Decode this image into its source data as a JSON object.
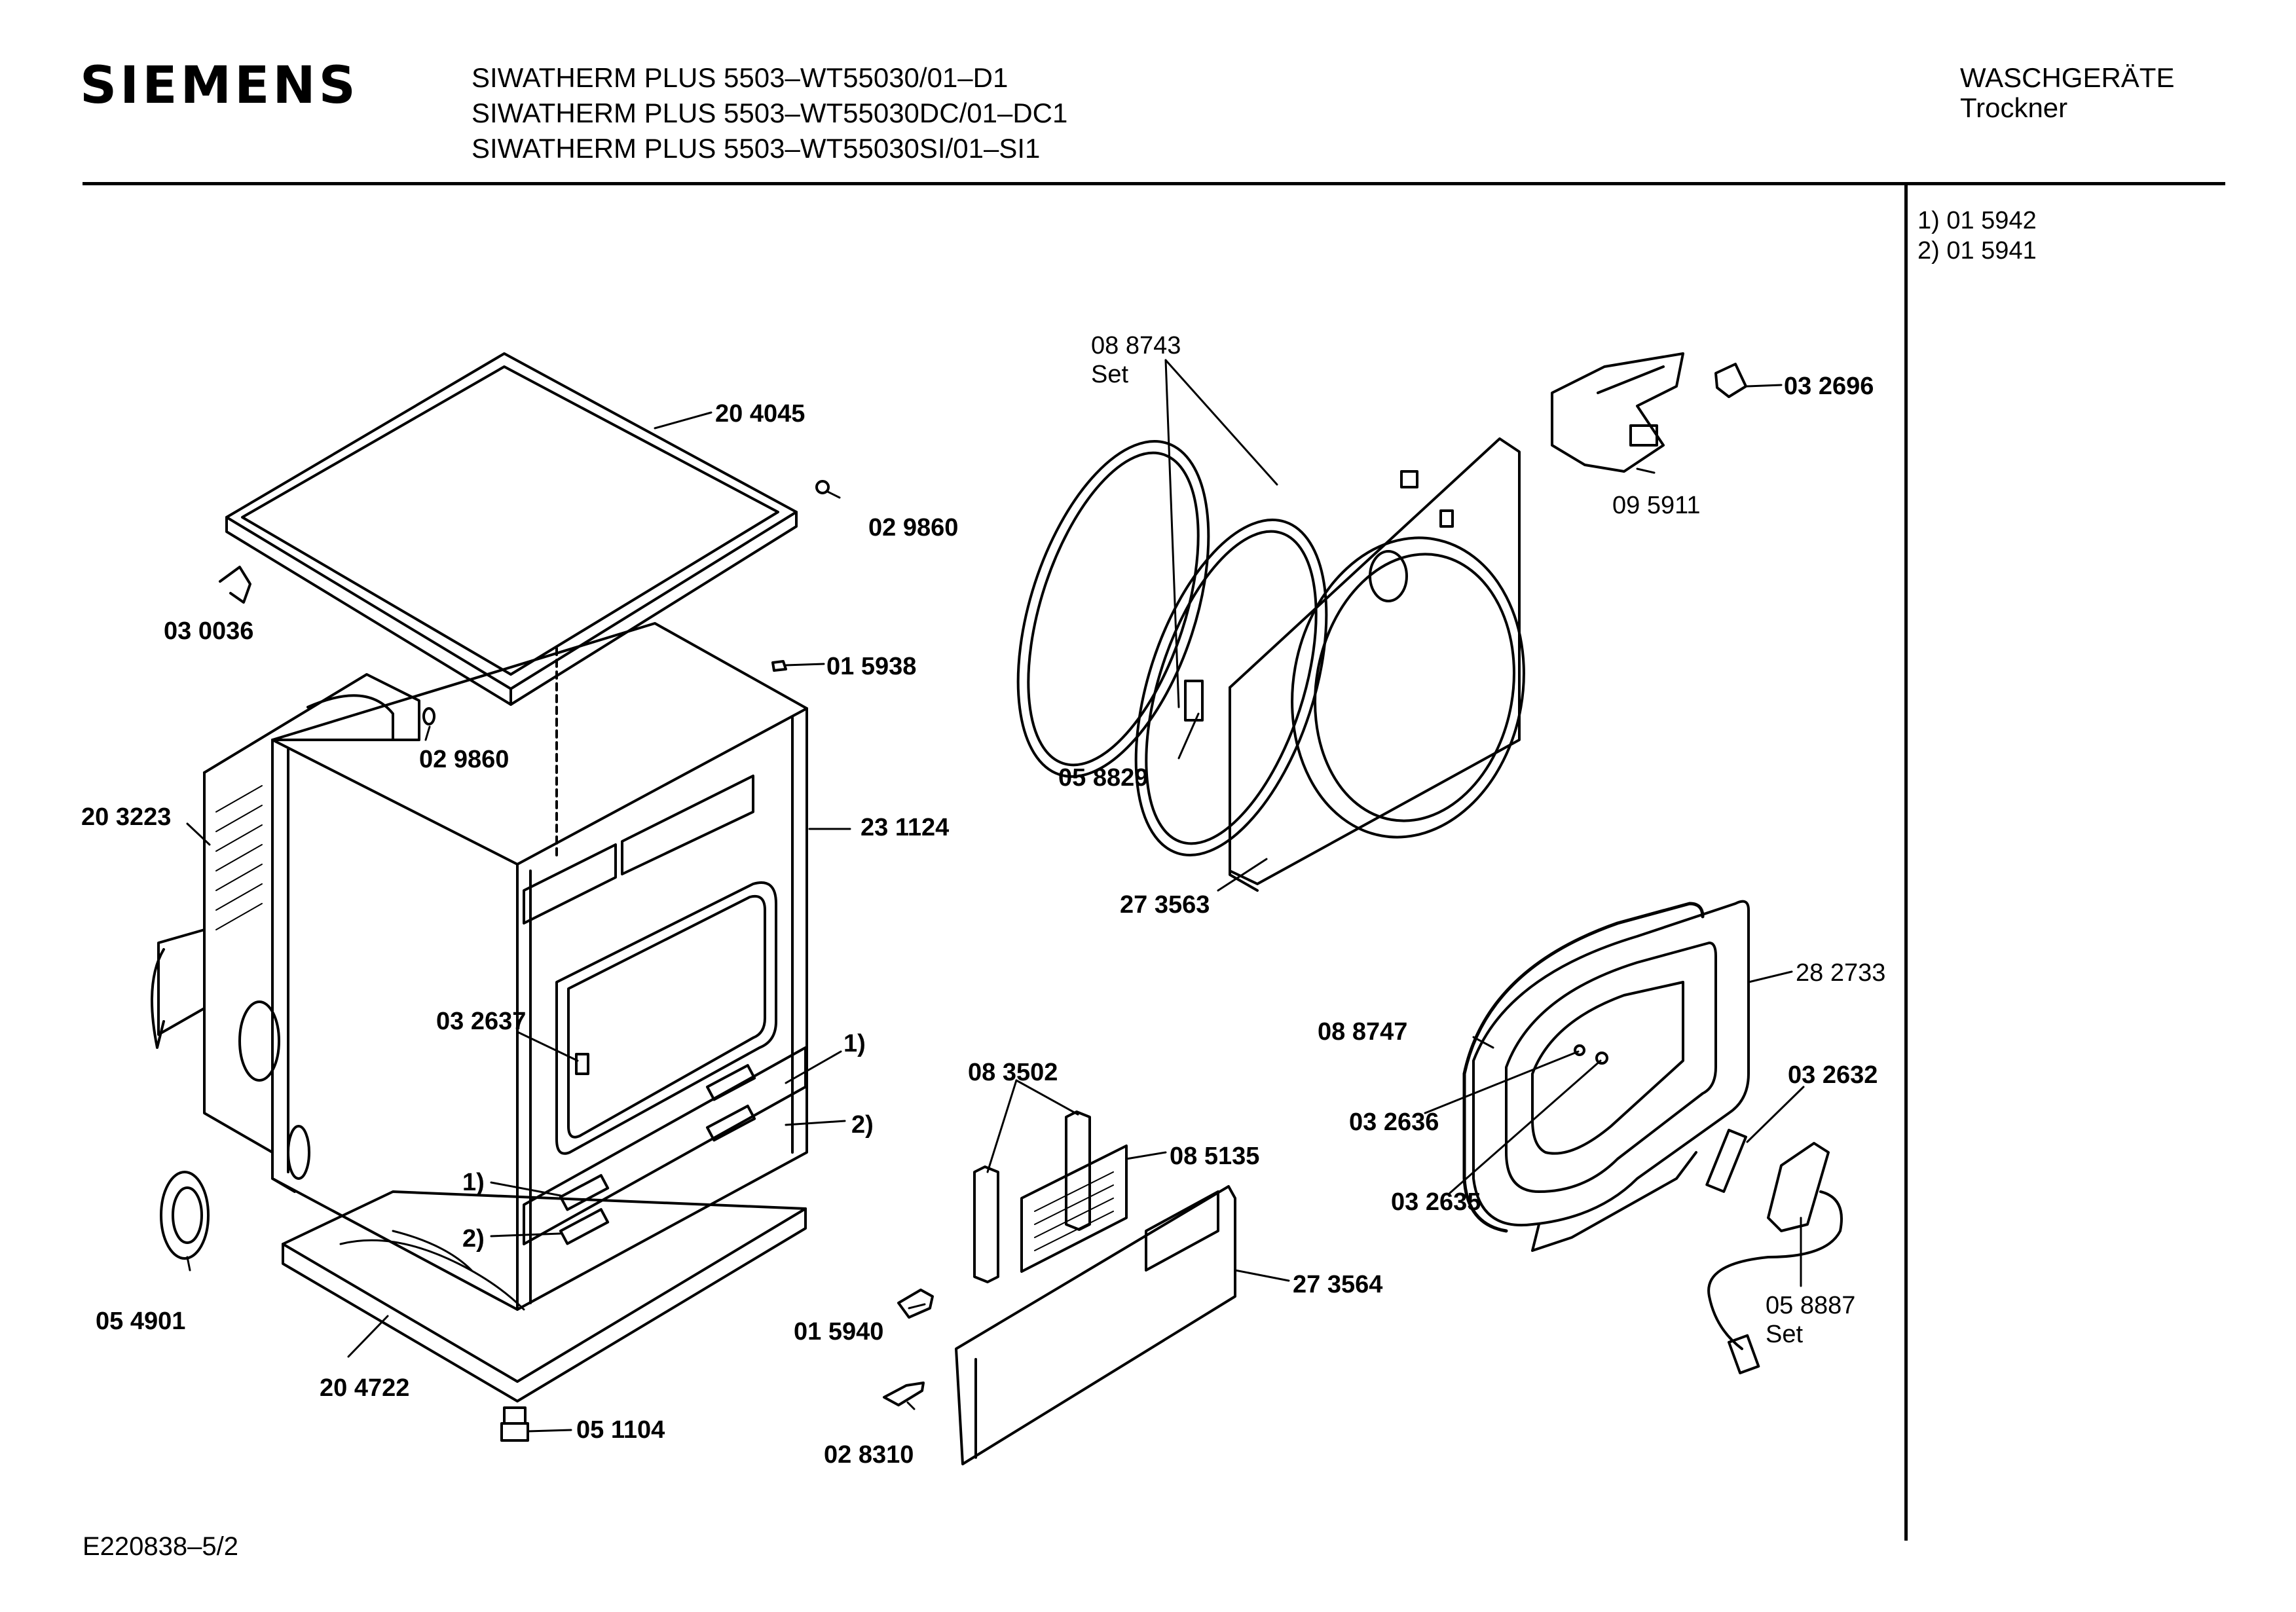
{
  "header": {
    "brand": "SIEMENS",
    "models": [
      "SIWATHERM PLUS 5503–WT55030/01–D1",
      "SIWATHERM PLUS 5503–WT55030DC/01–DC1",
      "SIWATHERM PLUS 5503–WT55030SI/01–SI1"
    ],
    "category": "WASCHGERÄTE",
    "subcategory": "Trockner"
  },
  "notes": [
    "1)  01 5942",
    "2)  01 5941"
  ],
  "footer_code": "E220838–5/2",
  "parts": {
    "p204045": "20 4045",
    "p029860a": "02 9860",
    "p030036": "03 0036",
    "p015938": "01 5938",
    "p029860b": "02 9860",
    "p203223": "20 3223",
    "p231124": "23 1124",
    "p032637": "03 2637",
    "m1a": "1)",
    "m2a": "2)",
    "m1b": "1)",
    "m2b": "2)",
    "p054901": "05 4901",
    "p204722": "20 4722",
    "p051104": "05 1104",
    "p088743": "08 8743",
    "set1": "Set",
    "p058829": "05 8829",
    "p273563": "27 3563",
    "p095911": "09 5911",
    "p032696": "03 2696",
    "p083502": "08 3502",
    "p085135": "08 5135",
    "p015940": "01 5940",
    "p273564": "27 3564",
    "p028310": "02 8310",
    "p088747": "08 8747",
    "p032636": "03 2636",
    "p032635": "03 2635",
    "p282733": "28 2733",
    "p032632": "03 2632",
    "p058887": "05 8887",
    "set2": "Set"
  }
}
